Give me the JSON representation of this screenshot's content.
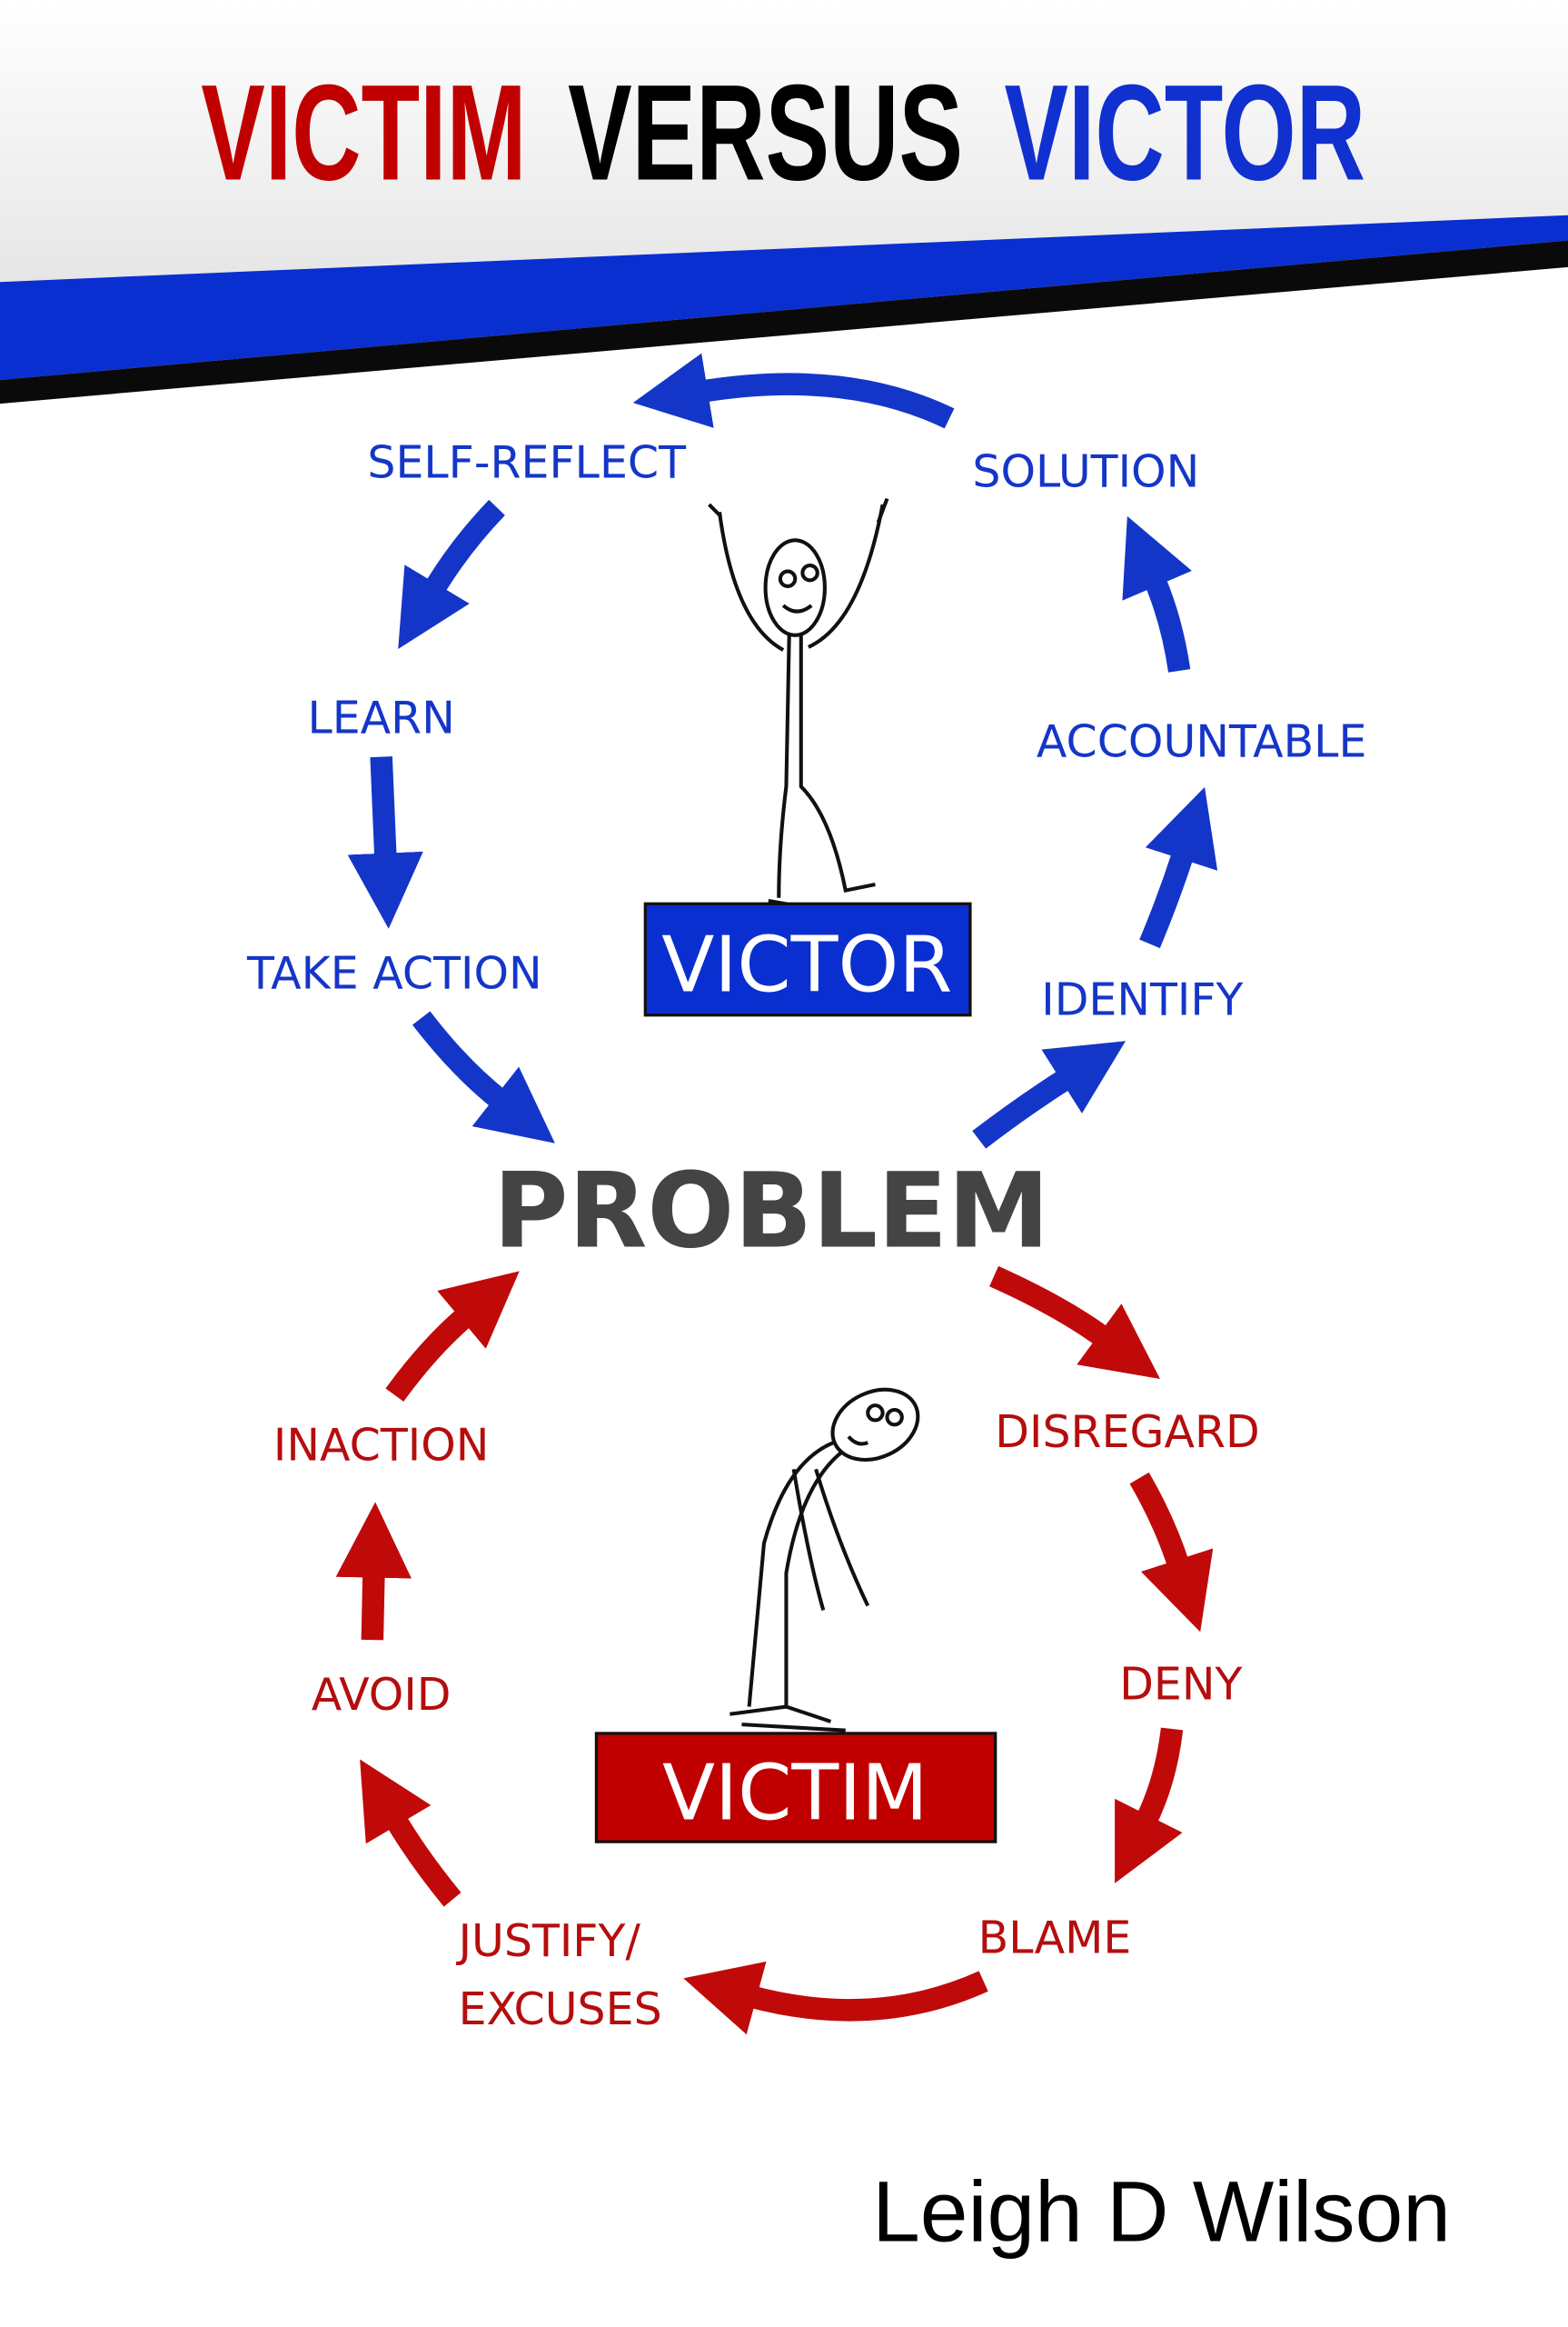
{
  "title": {
    "word1": "VICTIM",
    "word2": "VERSUS",
    "word3": "VICTOR",
    "colors": {
      "victim": "#c00000",
      "versus": "#000000",
      "victor": "#1030d0"
    }
  },
  "center_label": "PROBLEM",
  "victor_cycle": {
    "badge": "VICTOR",
    "color": "#1436c8",
    "steps": [
      "IDENTIFY",
      "ACCOUNTABLE",
      "SOLUTION",
      "SELF-REFLECT",
      "LEARN",
      "TAKE ACTION"
    ]
  },
  "victim_cycle": {
    "badge": "VICTIM",
    "color": "#b50d0d",
    "steps": [
      "DISREGARD",
      "DENY",
      "BLAME",
      "JUSTIFY/",
      "EXCUSES",
      "AVOID",
      "INACTION"
    ]
  },
  "author": "Leigh D Wilson"
}
